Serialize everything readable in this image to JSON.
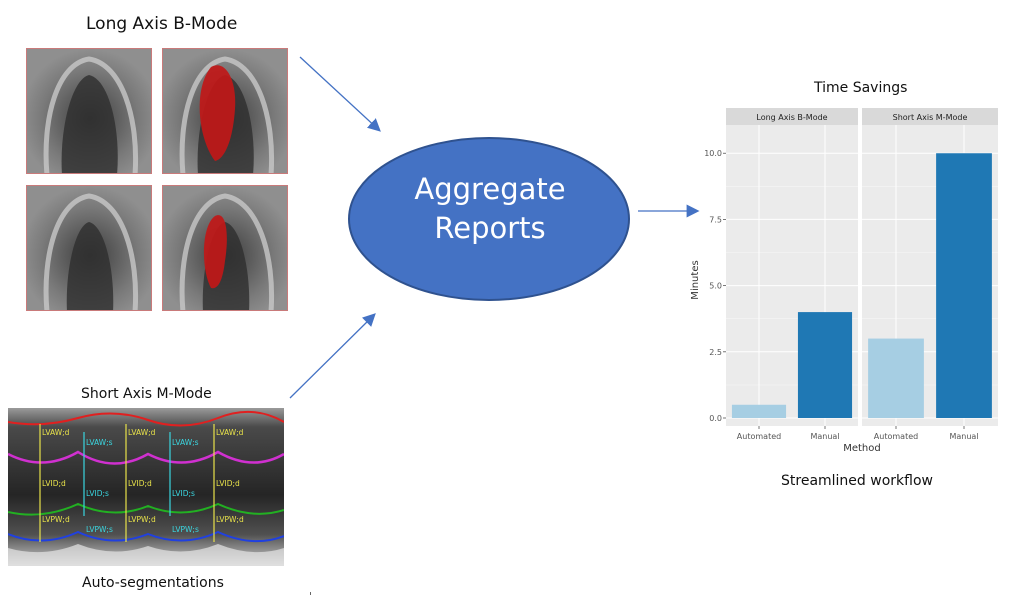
{
  "titles": {
    "long_axis": "Long Axis B-Mode",
    "short_axis": "Short Axis M-Mode",
    "auto_seg": "Auto-segmentations",
    "time_savings": "Time Savings",
    "streamlined": "Streamlined workflow"
  },
  "center": {
    "line1": "Aggregate",
    "line2": "Reports",
    "fill": "#4472c4"
  },
  "mmode_labels": [
    {
      "text": "LVAW;d",
      "color": "#e8e24a"
    },
    {
      "text": "LVAW;s",
      "color": "#3ad6e0"
    },
    {
      "text": "LVAW;d",
      "color": "#e8e24a"
    },
    {
      "text": "LVAW;s",
      "color": "#3ad6e0"
    },
    {
      "text": "LVAW;d",
      "color": "#e8e24a"
    },
    {
      "text": "LVID;d",
      "color": "#e8e24a"
    },
    {
      "text": "LVID;s",
      "color": "#3ad6e0"
    },
    {
      "text": "LVID;d",
      "color": "#e8e24a"
    },
    {
      "text": "LVID;s",
      "color": "#3ad6e0"
    },
    {
      "text": "LVID;d",
      "color": "#e8e24a"
    },
    {
      "text": "LVPW;d",
      "color": "#e8e24a"
    },
    {
      "text": "LVPW;s",
      "color": "#3ad6e0"
    },
    {
      "text": "LVPW;d",
      "color": "#e8e24a"
    },
    {
      "text": "LVPW;s",
      "color": "#3ad6e0"
    },
    {
      "text": "LVPW;d",
      "color": "#e8e24a"
    }
  ],
  "chart_data": {
    "type": "bar",
    "title": "Time Savings",
    "xlabel": "Method",
    "ylabel": "Minutes",
    "ylim": [
      0,
      10.5
    ],
    "yticks": [
      "0.0",
      "2.5",
      "5.0",
      "7.5",
      "10.0"
    ],
    "categories": [
      "Automated",
      "Manual"
    ],
    "colors": [
      "#a6cee3",
      "#1f78b4"
    ],
    "facets": [
      {
        "name": "Long Axis B-Mode",
        "values": [
          0.5,
          4.0
        ]
      },
      {
        "name": "Short Axis M-Mode",
        "values": [
          3.0,
          10.0
        ]
      }
    ]
  }
}
